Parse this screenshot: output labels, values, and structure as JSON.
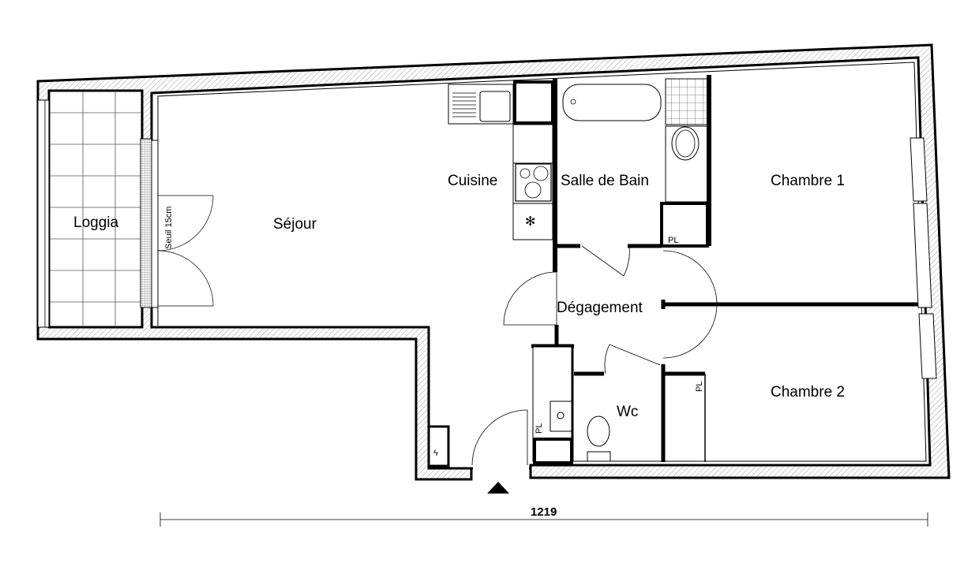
{
  "plan": {
    "rooms": {
      "loggia": "Loggia",
      "sejour": "Séjour",
      "cuisine": "Cuisine",
      "salle_de_bain": "Salle de Bain",
      "chambre1": "Chambre 1",
      "chambre2": "Chambre 2",
      "degagement": "Dégagement",
      "wc": "Wc"
    },
    "threshold_note": "Seuil 15cm",
    "placard_labels": [
      "PL",
      "PL",
      "PL"
    ],
    "dimension": "1219",
    "colors": {
      "wall": "#000000",
      "hatch": "#9a9a9a",
      "background": "#ffffff"
    }
  }
}
